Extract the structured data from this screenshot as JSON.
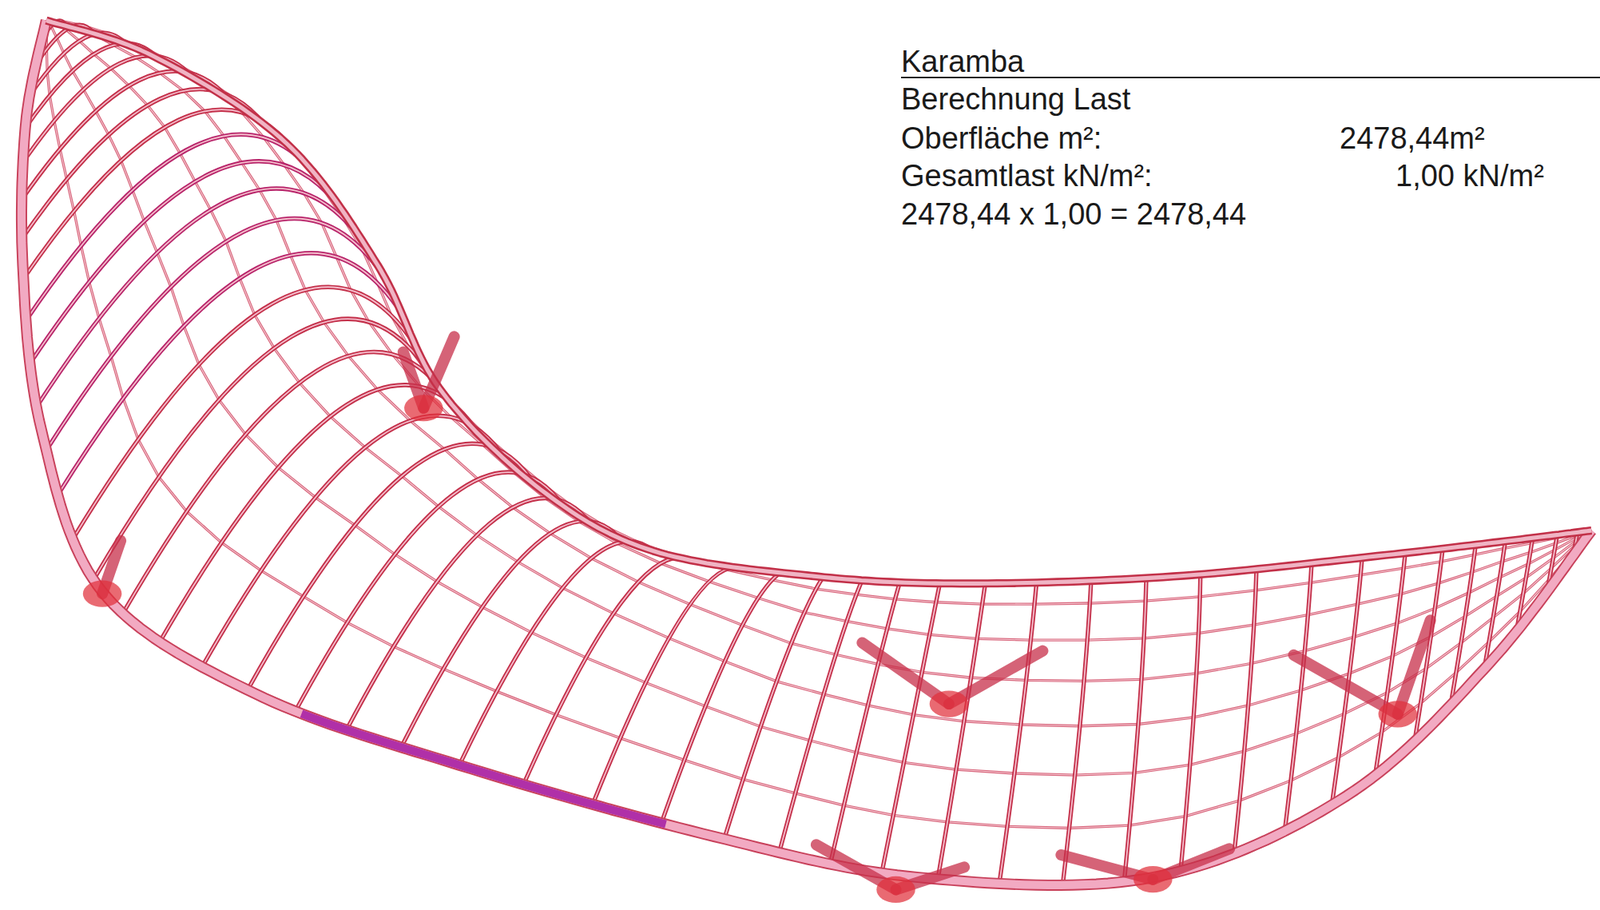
{
  "diagram": {
    "title": "Karamba",
    "labels": [
      "Berechnung Last",
      "Oberfläche m²:",
      "2478,44m²",
      "Gesamtlast kN/m²:",
      "1,00 kN/m²",
      "2478,44 x 1,00 = 2478,44"
    ]
  }
}
